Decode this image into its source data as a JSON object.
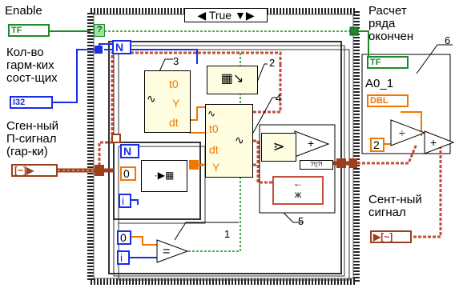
{
  "labels": {
    "enable": "Enable",
    "terms_count": "Кол-во\nгарм-ких\nсост-щих",
    "gen_signal": "Сген-ный\nП-сигнал\n(гар-ки)",
    "calc_done": "Расчет\nряда\nокончен",
    "a0": "A0_1",
    "center_signal": "Сент-ный\nсигнал"
  },
  "controls": {
    "enable_tf": "TF",
    "i32": "I32",
    "done_tf": "TF",
    "dbl": "DBL"
  },
  "case": {
    "selector": "True",
    "question": "?"
  },
  "loops": {
    "n_outer": "N",
    "n_inner": "N",
    "i_inner": "i",
    "i_outer": "i"
  },
  "consts": {
    "zero_inner": "0",
    "zero_outer": "0",
    "two": "2"
  },
  "waveform": {
    "t0": "t0",
    "y": "Y",
    "dt": "dt"
  },
  "callouts": [
    "1",
    "2",
    "3",
    "4",
    "5",
    "6"
  ],
  "colors": {
    "bool_green": "#1f8a2a",
    "int_blue": "#1a2ee6",
    "dbl_orange": "#f07800",
    "cluster_brown": "#9c3f1a",
    "wire_pink": "#d65a5a"
  }
}
